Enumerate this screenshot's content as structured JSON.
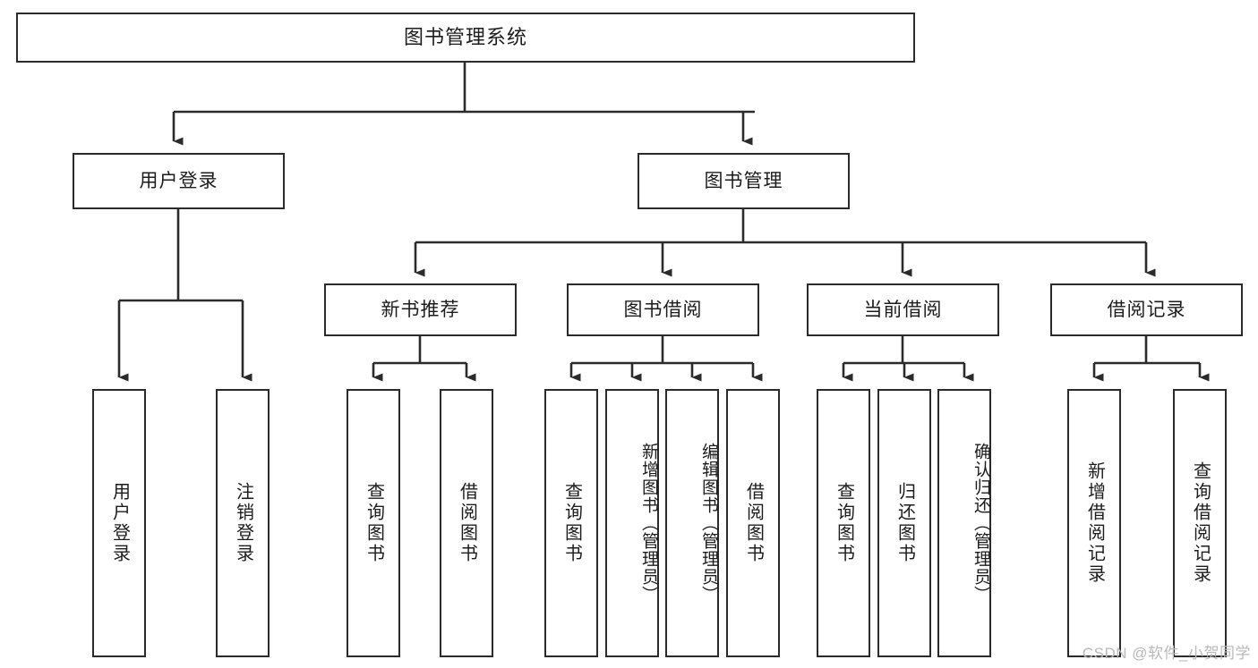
{
  "diagram": {
    "title": "图书管理系统",
    "watermark": "CSDN @软件_小贺同学",
    "stroke_color": "#2b2b2b",
    "background_color": "#ffffff",
    "text_color": "#1c1c1c",
    "watermark_color": "#b9b9b9"
  },
  "nodes": {
    "root": {
      "label": "图书管理系统"
    },
    "level2": [
      {
        "label": "用户登录"
      },
      {
        "label": "图书管理"
      }
    ],
    "level3": [
      {
        "label": "新书推荐"
      },
      {
        "label": "图书借阅"
      },
      {
        "label": "当前借阅"
      },
      {
        "label": "借阅记录"
      }
    ],
    "leaves_user_login": [
      {
        "label": "用户登录"
      },
      {
        "label": "注销登录"
      }
    ],
    "leaves_new_book": [
      {
        "label": "查询图书"
      },
      {
        "label": "借阅图书"
      }
    ],
    "leaves_borrow": [
      {
        "label": "查询图书"
      },
      {
        "label": "新增图书（管理员）"
      },
      {
        "label": "编辑图书（管理员）"
      },
      {
        "label": "借阅图书"
      }
    ],
    "leaves_current": [
      {
        "label": "查询图书"
      },
      {
        "label": "归还图书"
      },
      {
        "label": "确认归还（管理员）"
      }
    ],
    "leaves_records": [
      {
        "label": "新增借阅记录"
      },
      {
        "label": "查询借阅记录"
      }
    ]
  }
}
